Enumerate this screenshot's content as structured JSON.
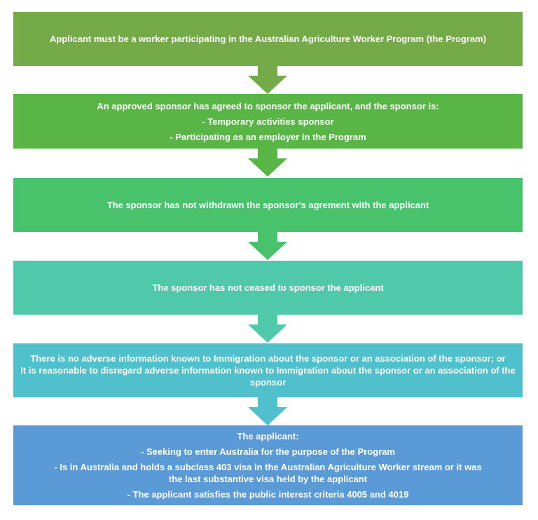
{
  "colors": {
    "box1": "#74ab48",
    "box2": "#59b646",
    "box3": "#48c26b",
    "box4": "#4fc9aa",
    "box5": "#50c1cc",
    "box6": "#5a9ad7"
  },
  "steps": [
    {
      "lines": [
        "Applicant must be a worker participating in the Australian Agriculture Worker Program (the Program)"
      ]
    },
    {
      "lines": [
        "An approved sponsor has agreed to sponsor the applicant, and the sponsor is:",
        "- Temporary activities sponsor",
        "- Participating as an employer in the Program"
      ]
    },
    {
      "lines": [
        "The sponsor has not withdrawn the sponsor's agrement with the applicant"
      ]
    },
    {
      "lines": [
        "The sponsor has not ceased to sponsor the applicant"
      ]
    },
    {
      "lines": [
        "There is no adverse information known to Immigration about the sponsor or an association of the sponsor; or",
        "It is reasonable to disregard adverse information known to Immigration about the sponsor or an association of the sponsor"
      ]
    },
    {
      "lines": [
        "The applicant:",
        "- Seeking to enter Australia for the purpose of the Program",
        "- Is in Australia and holds a subclass 403 visa in the Australian Agriculture Worker stream or it was the last substantive visa held by the applicant",
        "- The applicant satisfies the public interest criteria 4005 and 4019"
      ]
    }
  ]
}
